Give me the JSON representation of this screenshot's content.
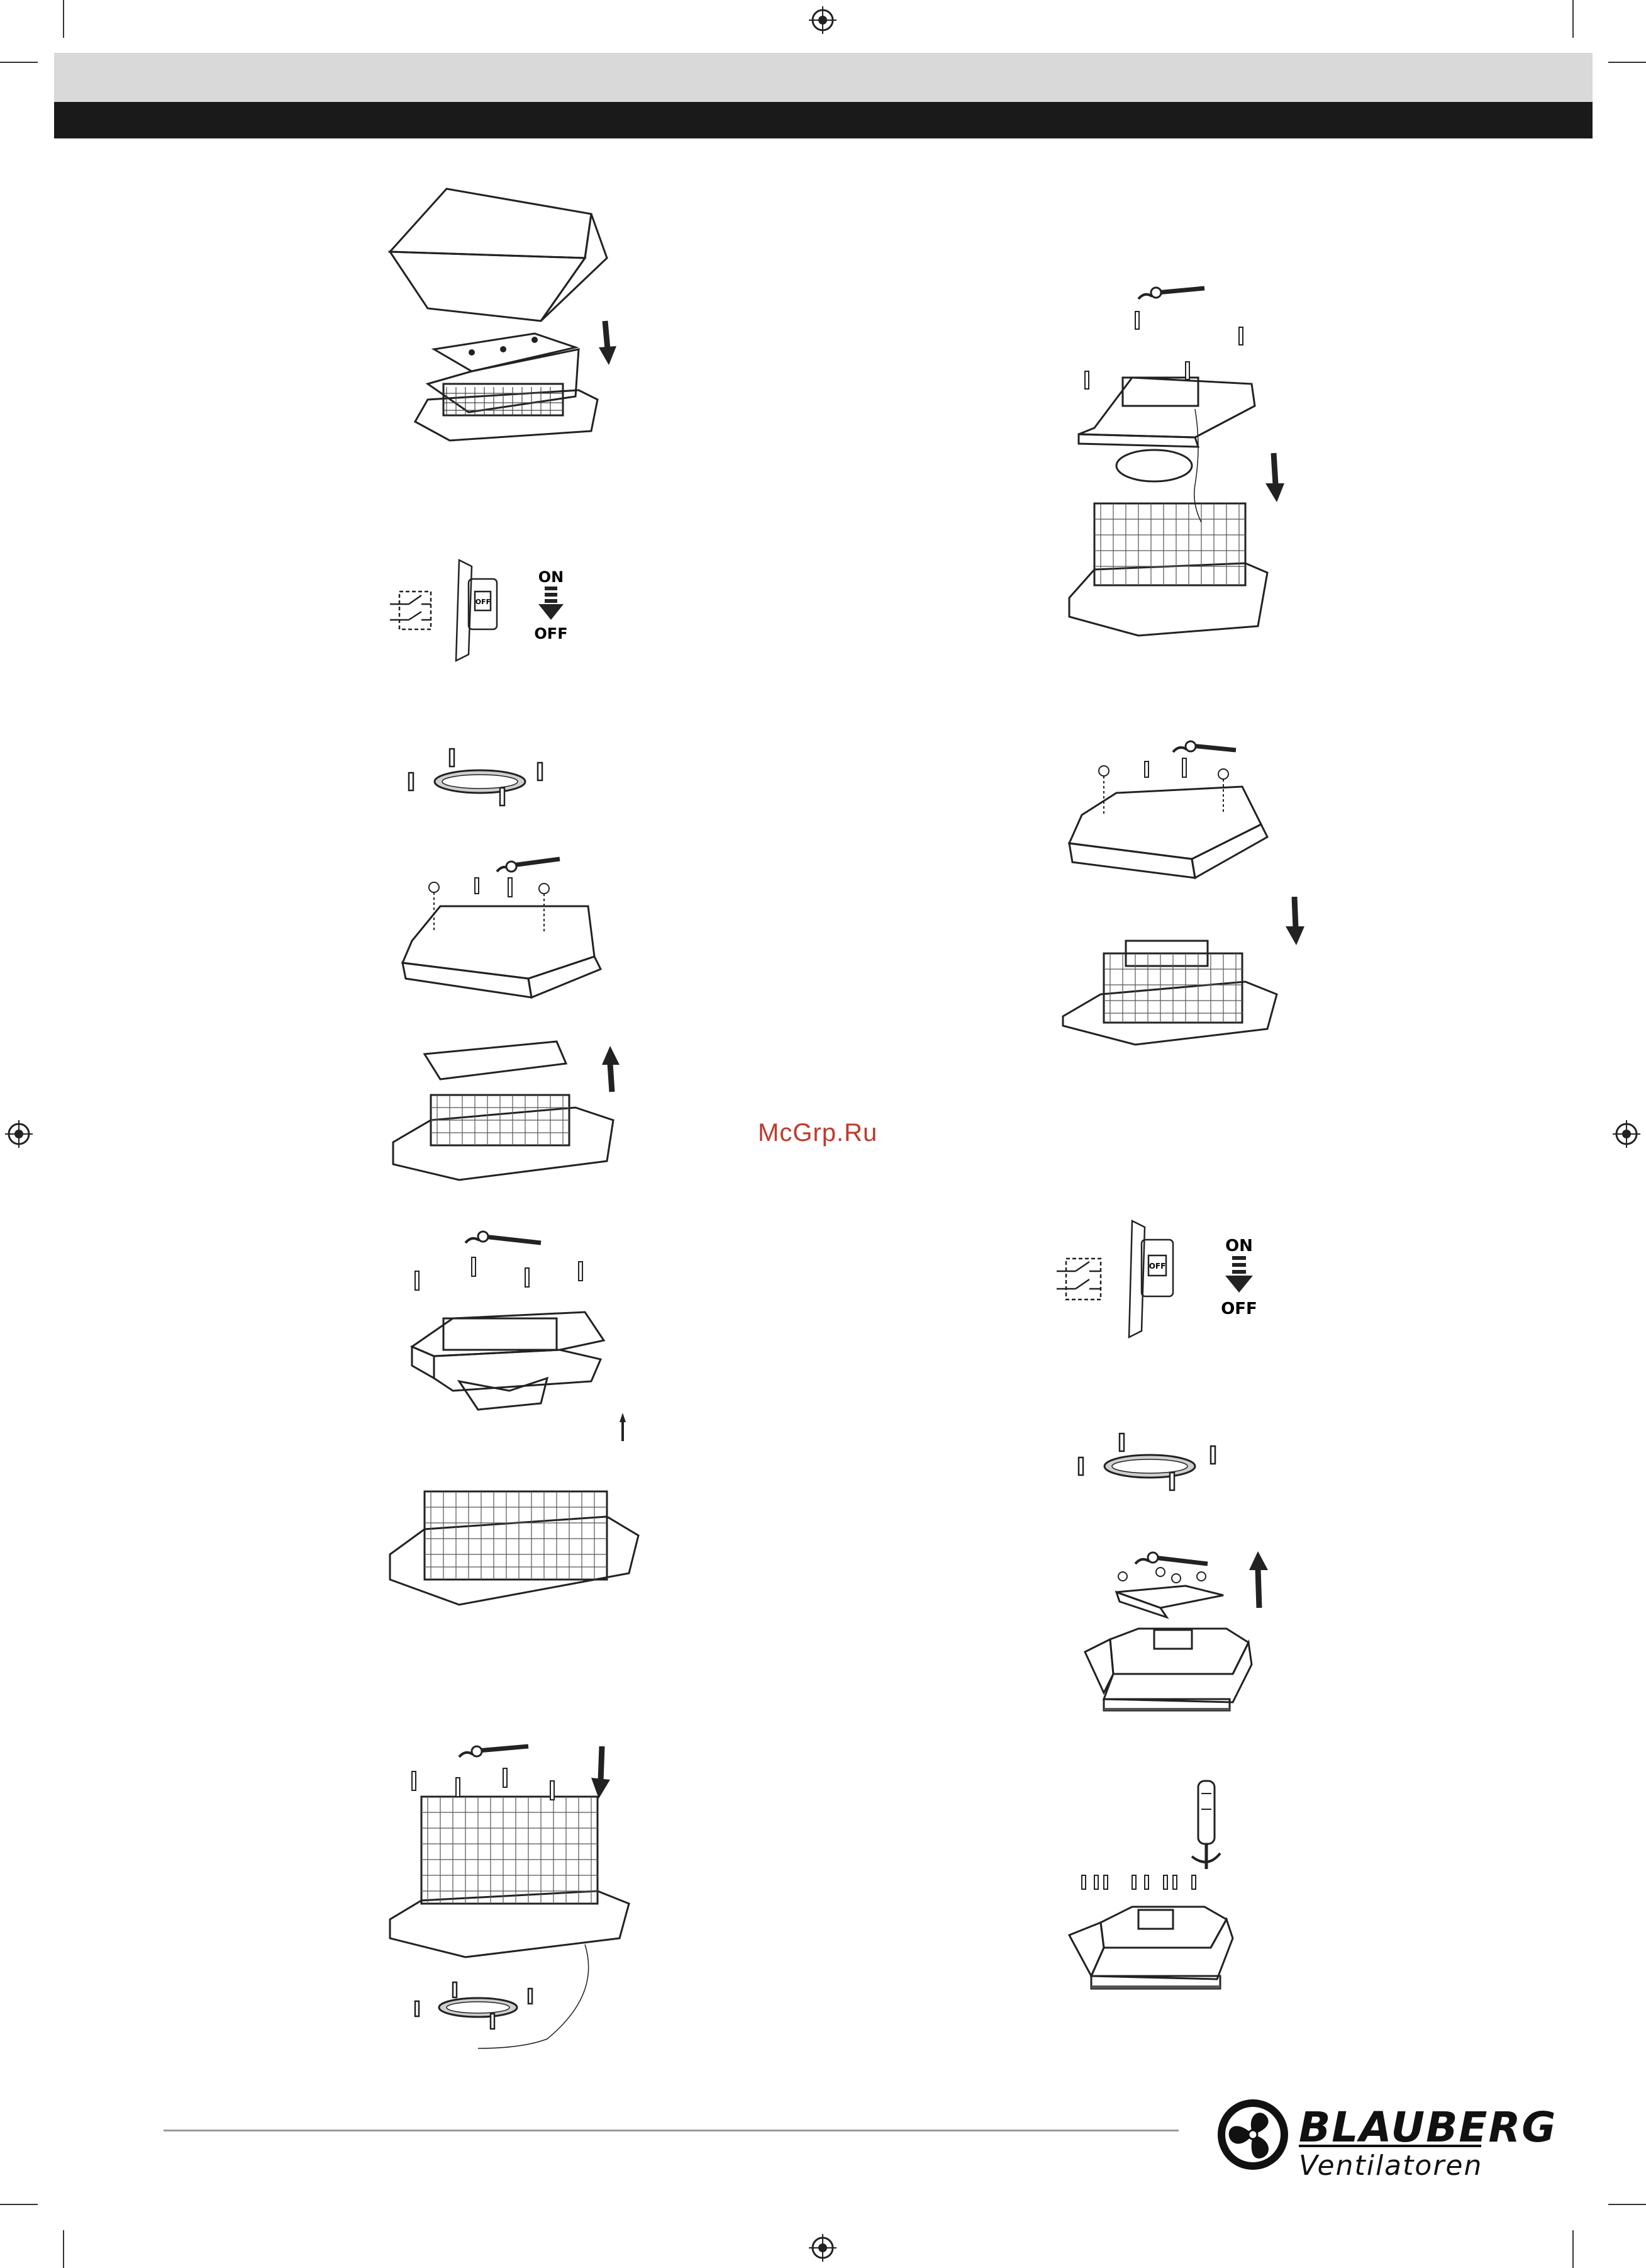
{
  "watermark": "McGrp.Ru",
  "brand": {
    "name": "BLAUBERG",
    "subtitle": "Ventilatoren"
  },
  "switch_labels": {
    "on": "ON",
    "off": "OFF",
    "knob": "OFF"
  },
  "colors": {
    "header_gray": "#d9d9d9",
    "header_black": "#1a1a1a",
    "line_art": "#222222",
    "watermark": "#c0392b"
  },
  "figures": [
    {
      "name": "fig-hood-removal",
      "icon": "roof-fan-hood-arrow-down"
    },
    {
      "name": "fig-switch-off-left",
      "icon": "isolator-switch-on-off"
    },
    {
      "name": "fig-base-studs-left",
      "icon": "mounting-studs-ring"
    },
    {
      "name": "fig-cover-assembly-left",
      "icon": "cover-lift-arrow-up"
    },
    {
      "name": "fig-motor-plate-left",
      "icon": "motor-plate-grid-frame"
    },
    {
      "name": "fig-grid-frame-mount-left",
      "icon": "grid-frame-arrow-down"
    },
    {
      "name": "fig-motor-plate-right",
      "icon": "motor-plate-into-frame"
    },
    {
      "name": "fig-cover-install-right",
      "icon": "cover-arrow-down"
    },
    {
      "name": "fig-switch-off-right",
      "icon": "isolator-switch-on-off"
    },
    {
      "name": "fig-base-studs-right",
      "icon": "mounting-studs-ring"
    },
    {
      "name": "fig-hood-plate-right",
      "icon": "hood-plate-arrow-up"
    },
    {
      "name": "fig-screwdriver-right",
      "icon": "screwdriver-hood"
    }
  ]
}
